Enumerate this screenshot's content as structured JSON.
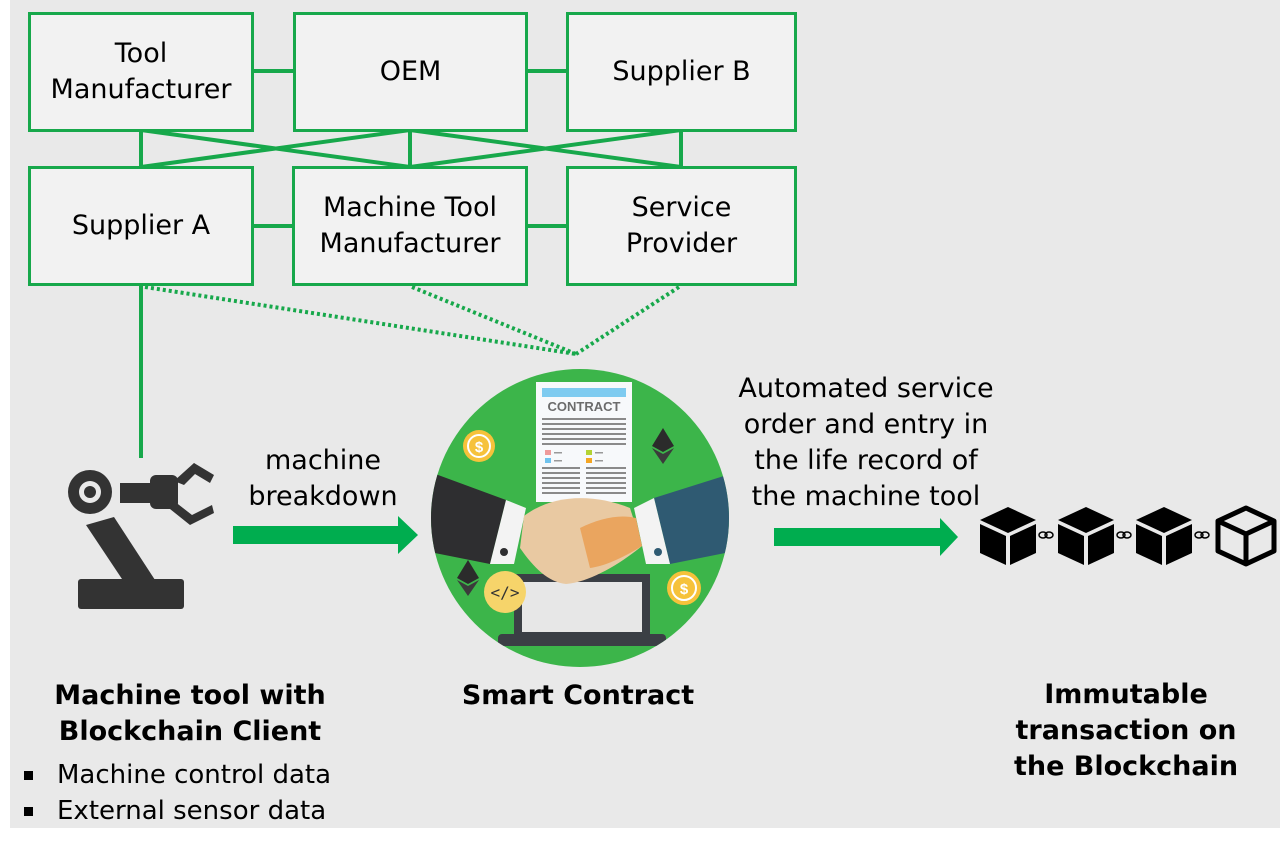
{
  "stakeholders": {
    "top_row": [
      {
        "id": "tool-manufacturer",
        "label": "Tool\nManufacturer"
      },
      {
        "id": "oem",
        "label": "OEM"
      },
      {
        "id": "supplier-b",
        "label": "Supplier B"
      }
    ],
    "bottom_row": [
      {
        "id": "supplier-a",
        "label": "Supplier A"
      },
      {
        "id": "machine-tool-manufacturer",
        "label": "Machine Tool\nManufacturer"
      },
      {
        "id": "service-provider",
        "label": "Service\nProvider"
      }
    ]
  },
  "flow": {
    "breakdown_label": "machine\nbreakdown",
    "service_label": "Automated service\norder and entry in\nthe life record of\nthe machine tool"
  },
  "illustration": {
    "contract_heading": "CONTRACT",
    "code_badge": "</>",
    "coin_symbol": "$"
  },
  "captions": {
    "machine": "Machine tool with\nBlockchain Client",
    "machine_bullets": [
      "Machine control data",
      "External sensor data"
    ],
    "smart_contract": "Smart Contract",
    "blockchain": "Immutable\ntransaction on\nthe Blockchain"
  },
  "colors": {
    "accent_green": "#17a84b",
    "arrow_green": "#00ad4f",
    "circle_green": "#3cb54a",
    "box_fill": "#f2f2f2",
    "panel_bg": "#e9e9e9"
  }
}
